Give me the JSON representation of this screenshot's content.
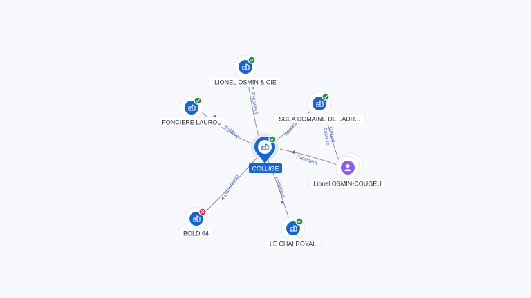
{
  "center": {
    "label": "COLLIGE",
    "status": "active"
  },
  "nodes": [
    {
      "id": "osmin-cie",
      "label": "LIONEL OSMIN & CIE",
      "type": "company",
      "status": "active"
    },
    {
      "id": "fonciere",
      "label": "FONCIERE LAUROU",
      "type": "company",
      "status": "active"
    },
    {
      "id": "scea",
      "label": "SCEA DOMAINE DE LADR...",
      "type": "company",
      "status": "active"
    },
    {
      "id": "person",
      "label": "Lionel OSMIN-COUGEU",
      "type": "person",
      "status": ""
    },
    {
      "id": "bold",
      "label": "BOLD 64",
      "type": "company",
      "status": "closed"
    },
    {
      "id": "chai",
      "label": "LE CHAI ROYAL",
      "type": "company",
      "status": "active"
    }
  ],
  "edges": [
    {
      "id": "e-osmin",
      "label": "Président"
    },
    {
      "id": "e-fonciere",
      "label": "Président"
    },
    {
      "id": "e-scea",
      "label": "Associé"
    },
    {
      "id": "e-person",
      "label": "Président"
    },
    {
      "id": "e-person-scea",
      "label": "Gérant Associé"
    },
    {
      "id": "e-bold",
      "label": "Liquidateur"
    },
    {
      "id": "e-chai",
      "label": "Président"
    }
  ],
  "colors": {
    "company": "#1565d8",
    "person": "#8b5cf6",
    "active_badge": "#1e8e3e",
    "closed_badge": "#e0245e",
    "edge_label": "#5b6bd8"
  },
  "icons": {
    "company": "building-icon",
    "person": "person-icon",
    "active": "check-icon",
    "closed": "cross-icon"
  }
}
